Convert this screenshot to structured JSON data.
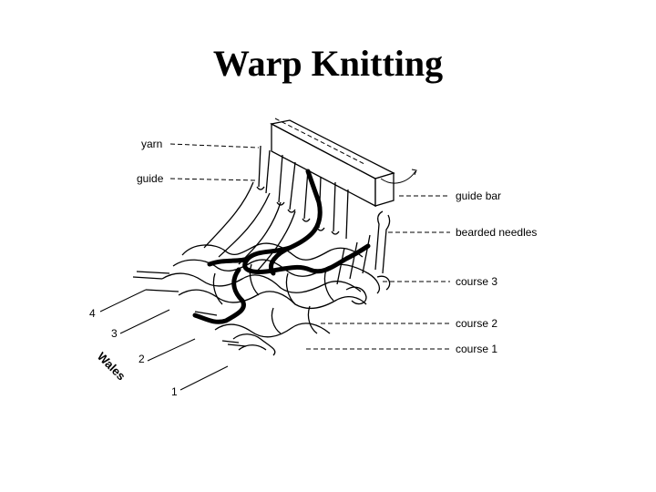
{
  "title": "Warp Knitting",
  "labels": {
    "yarn": "yarn",
    "guide": "guide",
    "guide_bar": "guide bar",
    "bearded_needles": "bearded needles",
    "course_3": "course 3",
    "course_2": "course 2",
    "course_1": "course 1"
  },
  "wales": {
    "label": "Wales",
    "numbers": [
      "4",
      "3",
      "2",
      "1"
    ]
  }
}
